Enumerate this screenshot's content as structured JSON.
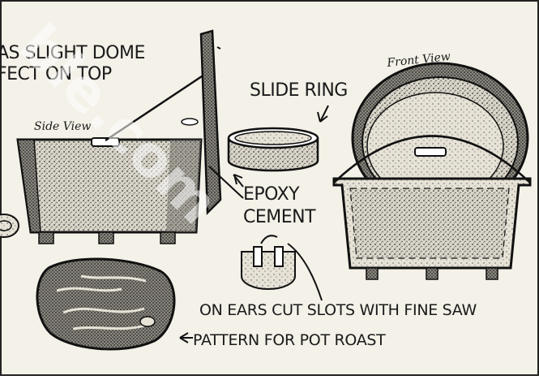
{
  "labels": {
    "dome": "AS SLIGHT DOME\nFECT ON TOP",
    "side_view": "Side View",
    "front_view": "Front View",
    "slide_ring": "SLIDE RING",
    "epoxy": "EPOXY",
    "cement": "CEMENT",
    "slots": "ON EARS CUT SLOTS WITH FINE SAW",
    "pattern": "PATTERN FOR POT ROAST"
  },
  "watermark": "ble.com",
  "colors": {
    "paper": "#f4f1e8",
    "ink": "#1a1a1a",
    "stipple": "#6b6b6b"
  }
}
